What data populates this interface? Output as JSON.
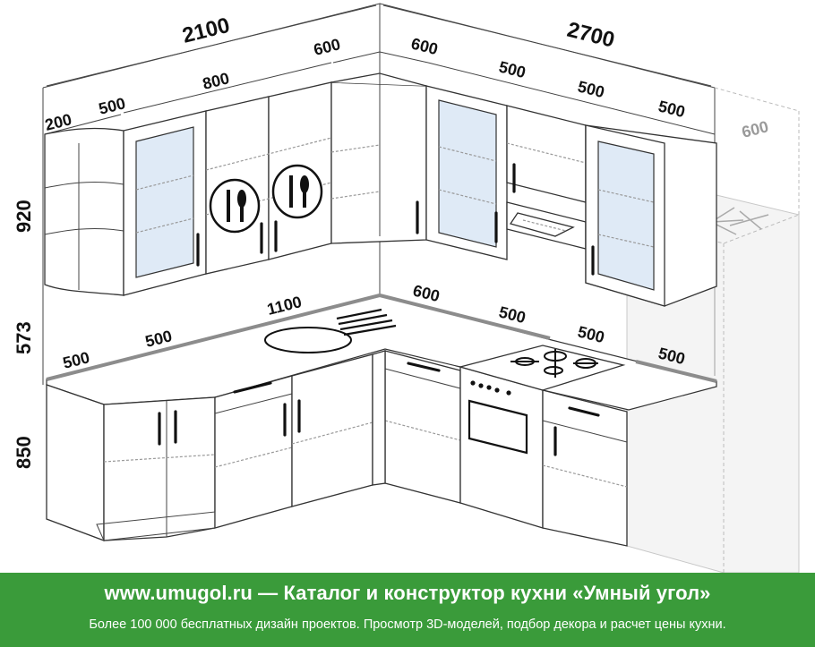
{
  "dimensions": {
    "overall_left": "2100",
    "overall_right": "2700",
    "upper_height": "920",
    "gap_height": "573",
    "lower_height": "850",
    "upper_left_open_shelf": "200",
    "upper_left_glass": "500",
    "upper_left_double": "800",
    "upper_corner_left": "600",
    "upper_corner_right": "600",
    "upper_right_hood": "500",
    "upper_right_mid": "500",
    "upper_right_end": "500",
    "fridge_width": "600",
    "counter_left_end": "500",
    "counter_left_drawer": "500",
    "counter_sink": "1100",
    "counter_corner": "600",
    "counter_stove": "500",
    "counter_right_cab": "500",
    "counter_fridge": "500"
  },
  "footer": {
    "title": "www.umugol.ru  —  Каталог и конструктор кухни «Умный угол»",
    "subtitle": "Более 100 000 бесплатных дизайн проектов. Просмотр 3D-моделей, подбор декора и расчет цены кухни."
  },
  "colors": {
    "footer_bg": "#3a9b3a",
    "glass": "#dfeaf6",
    "countertop_edge": "#8c8c8c"
  }
}
